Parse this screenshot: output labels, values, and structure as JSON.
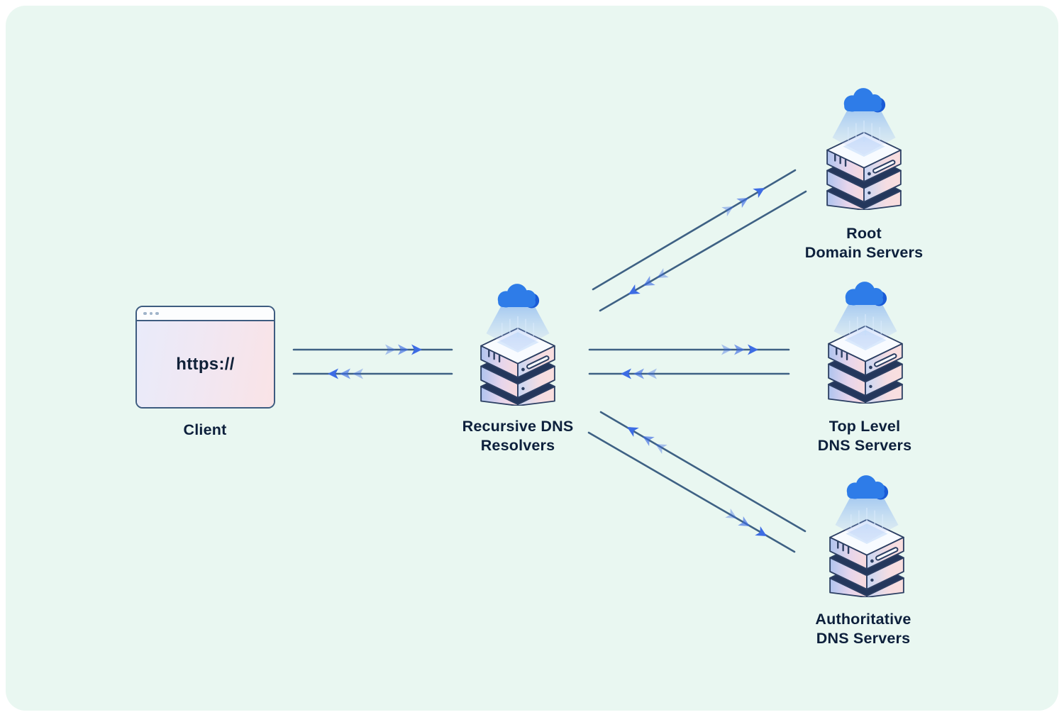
{
  "colors": {
    "page_background": "#FFFFFF",
    "panel_background": "#E9F7F1",
    "connector_line": "#3E6184",
    "arrow_blue": "#3D6CE4",
    "label_text": "#0D203C",
    "icon_outline": "#2C3F63",
    "cloud_blue": "#2E7CE8",
    "cloud_shadow_blue": "#1A5BD6",
    "browser_border": "#3E5C80"
  },
  "nodes": {
    "client": {
      "label": "Client",
      "url_text": "https://",
      "icon": "browser-window-icon"
    },
    "resolver": {
      "label_line1": "Recursive DNS",
      "label_line2": "Resolvers",
      "icon": "dns-server-stack-icon"
    },
    "root": {
      "label_line1": "Root",
      "label_line2": "Domain Servers",
      "icon": "dns-server-stack-icon"
    },
    "tld": {
      "label_line1": "Top Level",
      "label_line2": "DNS Servers",
      "icon": "dns-server-stack-icon"
    },
    "authoritative": {
      "label_line1": "Authoritative",
      "label_line2": "DNS Servers",
      "icon": "dns-server-stack-icon"
    }
  },
  "flows": [
    {
      "from": "client",
      "to": "resolver",
      "kind": "query"
    },
    {
      "from": "resolver",
      "to": "client",
      "kind": "response"
    },
    {
      "from": "resolver",
      "to": "root",
      "kind": "query"
    },
    {
      "from": "root",
      "to": "resolver",
      "kind": "response"
    },
    {
      "from": "resolver",
      "to": "tld",
      "kind": "query"
    },
    {
      "from": "tld",
      "to": "resolver",
      "kind": "response"
    },
    {
      "from": "resolver",
      "to": "authoritative",
      "kind": "query"
    },
    {
      "from": "authoritative",
      "to": "resolver",
      "kind": "response"
    }
  ]
}
